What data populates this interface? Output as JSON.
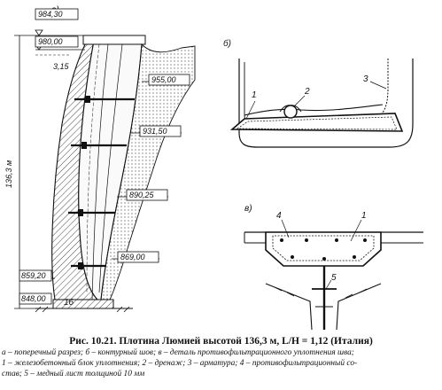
{
  "panels": {
    "a": "а)",
    "b": "б)",
    "v": "в)"
  },
  "elevations": {
    "crest": "984,30",
    "top_water": "980,00",
    "e955": "955,00",
    "e931": "931,50",
    "e890": "890,25",
    "e869": "869,00",
    "e859": "859,20",
    "base": "848,00"
  },
  "dimensions": {
    "height": "136,3 м",
    "offset": "3,15",
    "gallery": "16"
  },
  "callouts": {
    "n1": "1",
    "n2": "2",
    "n3": "3",
    "n4": "4",
    "n5": "5"
  },
  "caption": {
    "title": "Рис. 10.21. Плотина Люмией высотой 136,3 м, L/H = 1,12 (Италия)",
    "line1": "а – поперечный разрез; б – контурный шов; в – деталь противофильтрационного уплотнения шва;",
    "line2": "1 – железобетонный блок уплотнения; 2 – дренаж; 3 – арматура; 4 – противофильтрационный со-",
    "line3": "став; 5 – медный лист толщиной 10 мм"
  }
}
